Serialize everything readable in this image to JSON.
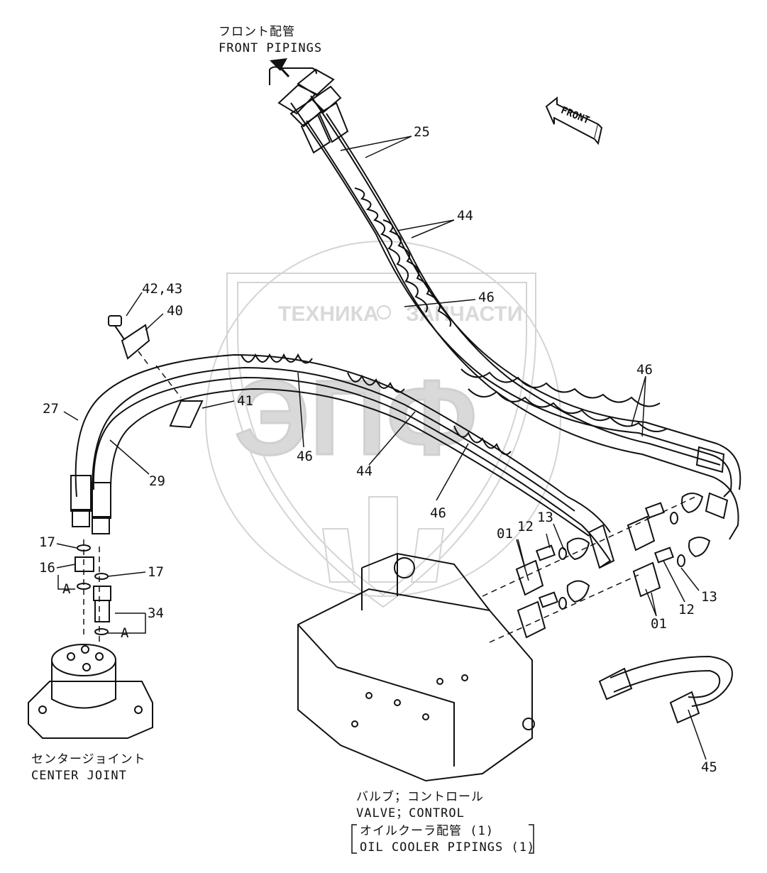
{
  "captions": {
    "front_pipings_jp": "フロント配管",
    "front_pipings_en": "FRONT PIPINGS",
    "center_joint_jp": "センタージョイント",
    "center_joint_en": "CENTER JOINT",
    "valve_jp": "バルブ；コントロール",
    "valve_en": "VALVE；CONTROL",
    "oil_cooler_jp": "オイルクーラ配管 (1)",
    "oil_cooler_en": "OIL COOLER PIPINGS (1)"
  },
  "front_arrow_label": "FRONT",
  "watermark": {
    "left_text": "ТЕХНИКА",
    "right_text": "ЗАПЧАСТИ",
    "logo_letters": "ЭПФ"
  },
  "part_labels": {
    "p25": "25",
    "p44_top": "44",
    "p46_top": "46",
    "p46_right": "46",
    "p42_43": "42,43",
    "p40": "40",
    "p41": "41",
    "p27": "27",
    "p29": "29",
    "p46_mid": "46",
    "p44_mid": "44",
    "p46_low": "46",
    "p17_a": "17",
    "p16": "16",
    "p17_b": "17",
    "pA_left": "A",
    "p34": "34",
    "pA_right": "A",
    "p01_left": "01",
    "p12_left": "12",
    "p13_left": "13",
    "p13_right": "13",
    "p12_right": "12",
    "p01_right": "01",
    "p45": "45"
  },
  "colors": {
    "line": "#111111",
    "watermark": "#d4d4d4"
  }
}
